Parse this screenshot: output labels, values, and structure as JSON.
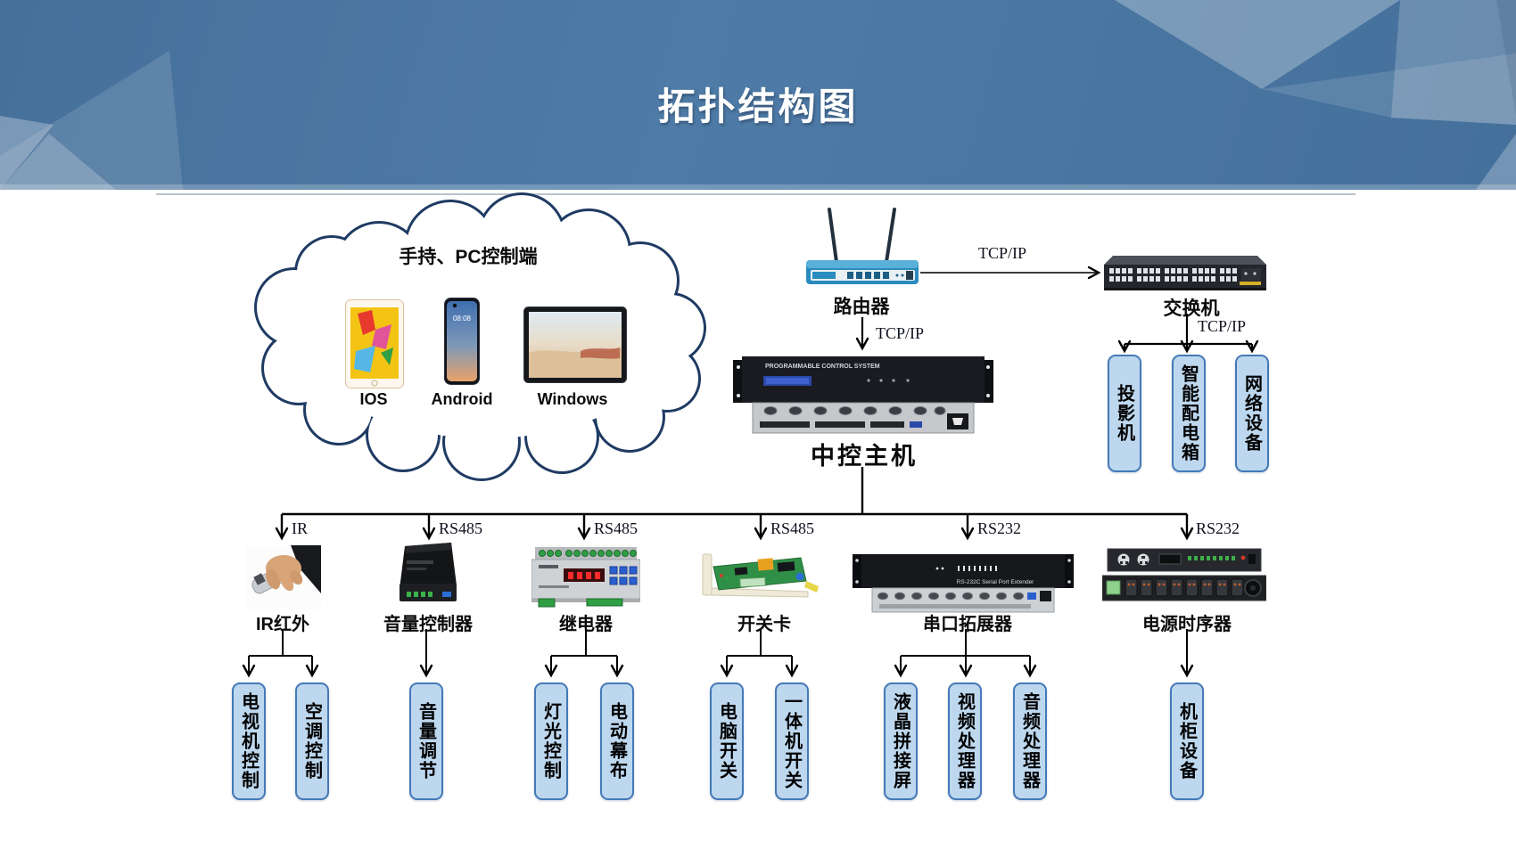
{
  "title": "拓扑结构图",
  "cloud": {
    "label": "手持、PC控制端",
    "platforms": [
      {
        "name": "IOS"
      },
      {
        "name": "Android"
      },
      {
        "name": "Windows"
      }
    ],
    "phone_time": "08:08"
  },
  "nodes": {
    "router": "路由器",
    "switch": "交换机",
    "host": "中控主机",
    "host_panel": "PROGRAMMABLE CONTROL SYSTEM",
    "expander_panel": "RS-232C Serial Port Extender"
  },
  "links": {
    "router_switch": "TCP/IP",
    "router_host": "TCP/IP",
    "switch_down": "TCP/IP",
    "bus": [
      "IR",
      "RS485",
      "RS485",
      "RS485",
      "RS232",
      "RS232"
    ]
  },
  "switch_children": [
    {
      "label": "投影机"
    },
    {
      "label": "智能配电箱"
    },
    {
      "label": "网络设备"
    }
  ],
  "devices": [
    {
      "label": "IR红外"
    },
    {
      "label": "音量控制器"
    },
    {
      "label": "继电器"
    },
    {
      "label": "开关卡"
    },
    {
      "label": "串口拓展器"
    },
    {
      "label": "电源时序器"
    }
  ],
  "leaves": [
    {
      "label": "电视机控制"
    },
    {
      "label": "空调控制"
    },
    {
      "label": "音量调节"
    },
    {
      "label": "灯光控制"
    },
    {
      "label": "电动幕布"
    },
    {
      "label": "电脑开关"
    },
    {
      "label": "一体机开关"
    },
    {
      "label": "液晶拼接屏"
    },
    {
      "label": "视频处理器"
    },
    {
      "label": "音频处理器"
    },
    {
      "label": "机柜设备"
    }
  ],
  "colors": {
    "banner_blue": "#4d79a4",
    "box_fill": "#bdd7ee",
    "box_border": "#4579b8",
    "cloud_stroke": "#1f3b63",
    "line": "#000000"
  }
}
